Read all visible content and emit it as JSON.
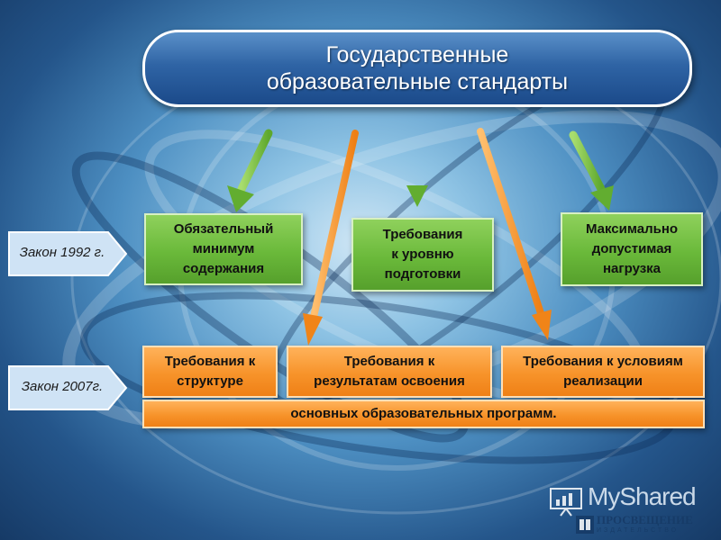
{
  "title": {
    "line1": "Государственные",
    "line2": "образовательные стандарты"
  },
  "laws": {
    "law_1992": "Закон 1992 г.",
    "law_2007": "Закон 2007г."
  },
  "boxes_1992": [
    {
      "line1": "Обязательный",
      "line2": "минимум",
      "line3": "содержания"
    },
    {
      "line1": "Требования",
      "line2": "к уровню",
      "line3": "подготовки"
    },
    {
      "line1": "Максимально",
      "line2": "допустимая",
      "line3": "нагрузка"
    }
  ],
  "boxes_2007": [
    {
      "line1": "Требования к",
      "line2": "структуре"
    },
    {
      "line1": "Требования к",
      "line2": "результатам освоения"
    },
    {
      "line1": "Требования к условиям",
      "line2": "реализации"
    }
  ],
  "footer_bar": "основных образовательных программ.",
  "watermark": {
    "brand": "MyShared",
    "publisher": "ПРОСВЕЩЕНИЕ",
    "publisher_sub": "ИЗДАТЕЛЬСТВО"
  },
  "colors": {
    "title_blue": "#2f64a5",
    "green": "#6ab93a",
    "orange": "#f7932a",
    "law_tag": "#cfe3f5"
  }
}
